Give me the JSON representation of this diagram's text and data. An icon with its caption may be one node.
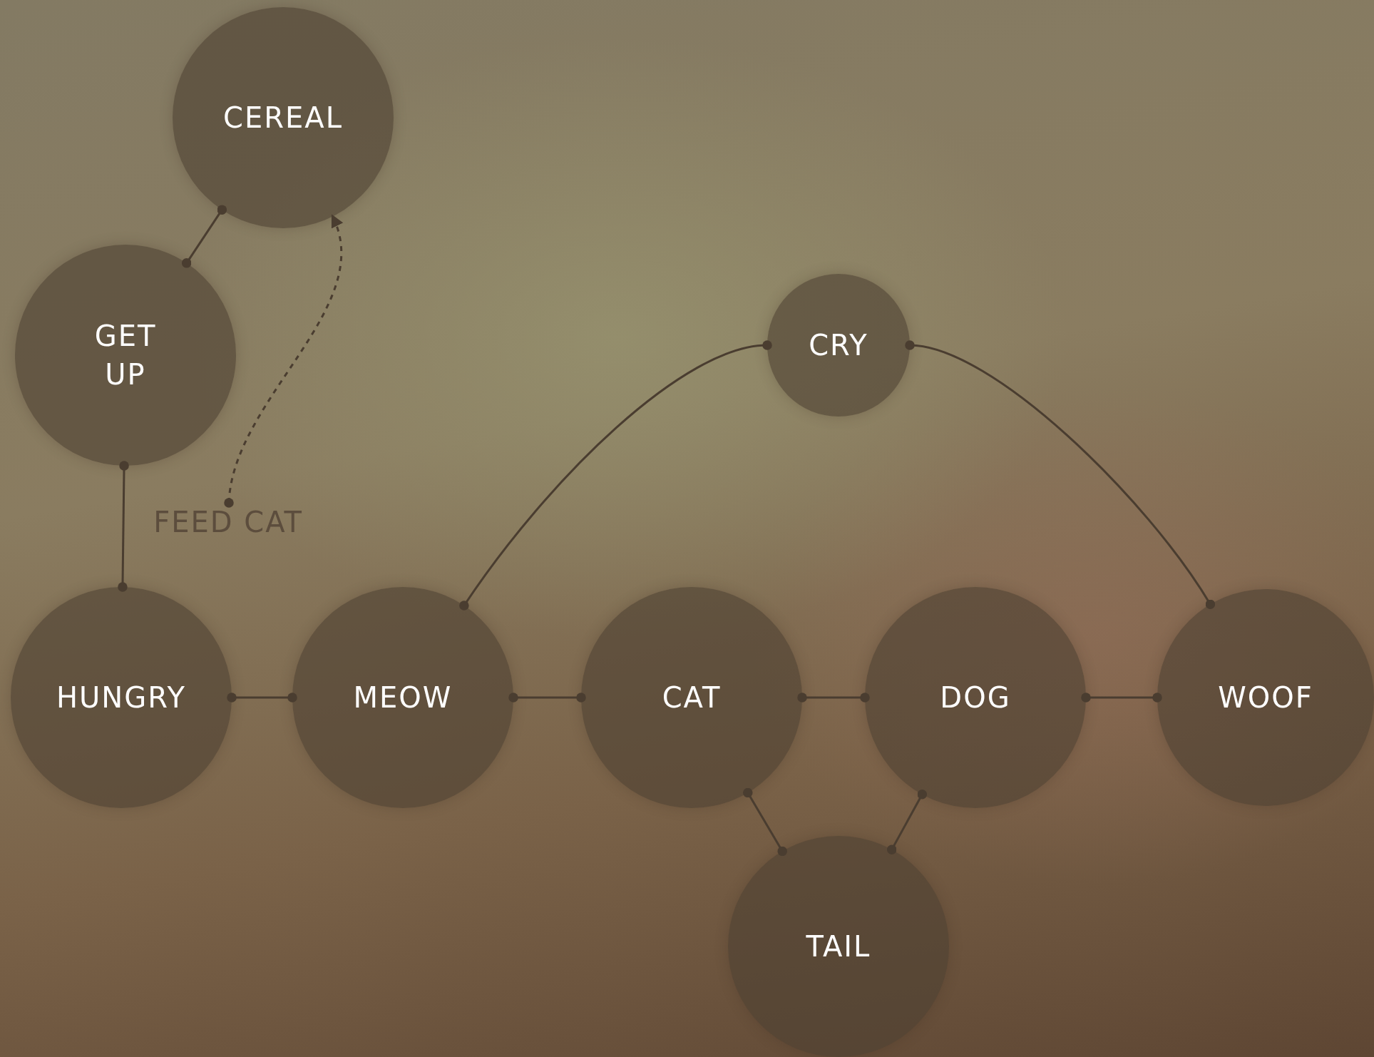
{
  "diagram": {
    "nodes": [
      {
        "text": [
          "CEREAL"
        ]
      },
      {
        "text": [
          "GET UP"
        ]
      },
      {
        "text": [
          "CRY"
        ]
      },
      {
        "text": [
          "FEED CAT"
        ]
      },
      {
        "text": [
          "HUNGRY"
        ]
      },
      {
        "text": [
          "MEOW"
        ]
      },
      {
        "text": [
          "CAT"
        ]
      },
      {
        "text": [
          "DOG"
        ]
      },
      {
        "text": [
          "WOOF"
        ]
      },
      {
        "text": [
          "TAIL"
        ]
      }
    ],
    "edges": [
      {
        "from": 1,
        "to": 0,
        "arrow": "other"
      },
      {
        "from": 3,
        "to": 0,
        "arrow": "to",
        "style": "dashed"
      },
      {
        "from": 1,
        "to": 4,
        "arrow": "other"
      },
      {
        "from": 5,
        "to": 2,
        "arrow": "other"
      },
      {
        "from": 2,
        "to": 8,
        "arrow": "other"
      },
      {
        "from": 4,
        "to": 5,
        "arrow": "other"
      },
      {
        "from": 5,
        "to": 6,
        "arrow": "other"
      },
      {
        "from": 6,
        "to": 7,
        "arrow": "other"
      },
      {
        "from": 7,
        "to": 8,
        "arrow": "other"
      },
      {
        "from": 6,
        "to": 9,
        "arrow": "other"
      },
      {
        "from": 7,
        "to": 9,
        "arrow": "other"
      }
    ]
  }
}
